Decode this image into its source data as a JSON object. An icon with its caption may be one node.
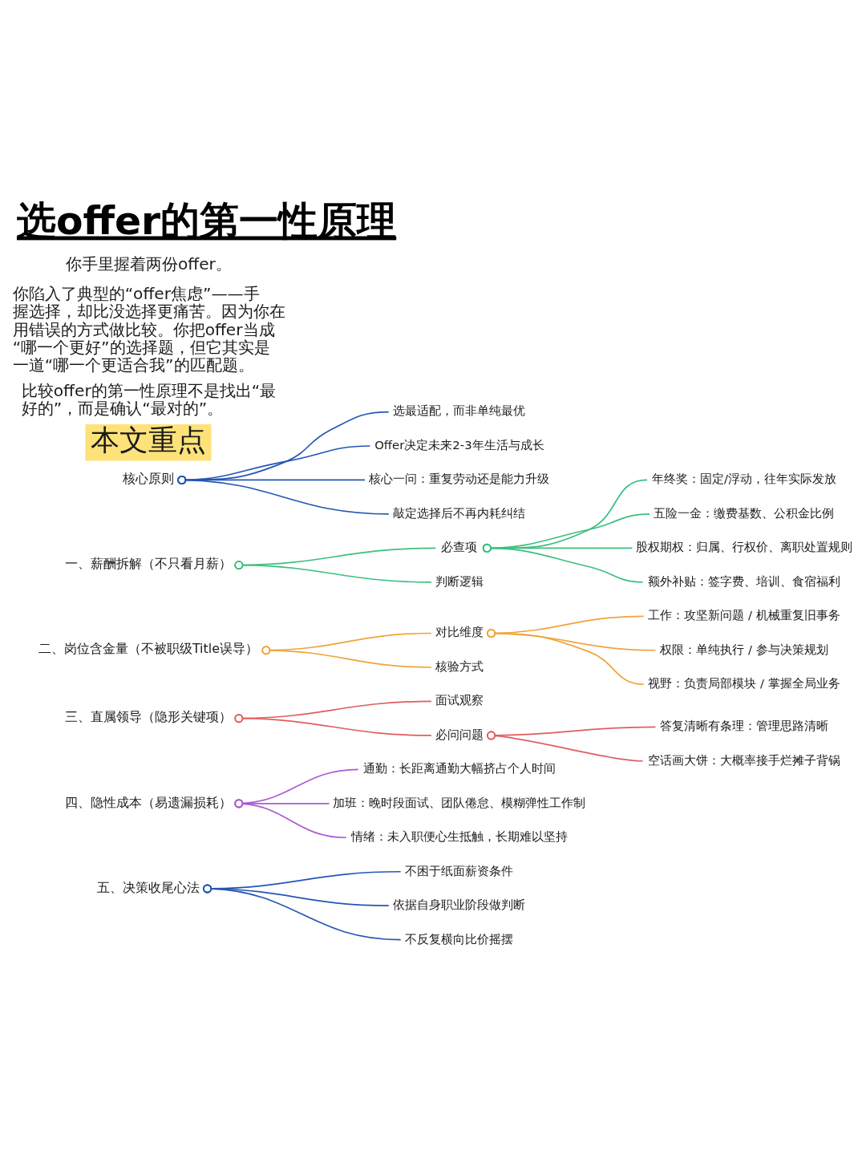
{
  "diagram": {
    "title": "选offer的第一性原理",
    "nodes": [
      {
        "text": [
          "核心原则"
        ]
      },
      {
        "text": [
          "选最适配，而非单纯最优"
        ]
      },
      {
        "text": [
          "Offer决定未来2-3年生活与成长"
        ]
      },
      {
        "text": [
          "核心一问：重复劳动还是能力升级"
        ]
      },
      {
        "text": [
          "敲定选择后不再内耗纠结"
        ]
      },
      {
        "text": [
          "一、薪酬拆解（不只看月薪）"
        ]
      },
      {
        "text": [
          "必查项"
        ]
      },
      {
        "text": [
          "年终奖：固定/浮动，往年实际发放"
        ]
      },
      {
        "text": [
          "五险一金：缴费基数、公积金比例"
        ]
      },
      {
        "text": [
          "股权期权：归属、行权价、离职处置规则"
        ]
      },
      {
        "text": [
          "额外补贴：签字费、培训、食宿福利"
        ]
      },
      {
        "text": [
          "判断逻辑"
        ]
      },
      {
        "text": [
          "二、岗位含金量（不被职级Title误导）"
        ]
      },
      {
        "text": [
          "对比维度"
        ]
      },
      {
        "text": [
          "工作：攻坚新问题 / 机械重复旧事务"
        ]
      },
      {
        "text": [
          "权限：单纯执行 / 参与决策规划"
        ]
      },
      {
        "text": [
          "视野：负责局部模块 / 掌握全局业务"
        ]
      },
      {
        "text": [
          "核验方式"
        ]
      },
      {
        "text": [
          "三、直属领导（隐形关键项）"
        ]
      },
      {
        "text": [
          "面试观察"
        ]
      },
      {
        "text": [
          "必问问题"
        ]
      },
      {
        "text": [
          "答复清晰有条理：管理思路清晰"
        ]
      },
      {
        "text": [
          "空话画大饼：大概率接手烂摊子背锅"
        ]
      },
      {
        "text": [
          "四、隐性成本（易遗漏损耗）"
        ]
      },
      {
        "text": [
          "通勤：长距离通勤大幅挤占个人时间"
        ]
      },
      {
        "text": [
          "加班：晚时段面试、团队倦怠、模糊弹性工作制"
        ]
      },
      {
        "text": [
          "情绪：未入职便心生抵触，长期难以坚持"
        ]
      },
      {
        "text": [
          "五、决策收尾心法"
        ]
      },
      {
        "text": [
          "不困于纸面薪资条件"
        ]
      },
      {
        "text": [
          "依据自身职业阶段做判断"
        ]
      },
      {
        "text": [
          "不反复横向比价摇摆"
        ]
      }
    ],
    "edges": [
      {
        "from": 0,
        "to": 1,
        "arrow": "other",
        "color": "#2356b5"
      },
      {
        "from": 0,
        "to": 2,
        "arrow": "other",
        "color": "#2356b5"
      },
      {
        "from": 0,
        "to": 3,
        "arrow": "other",
        "color": "#2356b5"
      },
      {
        "from": 0,
        "to": 4,
        "arrow": "other",
        "color": "#2356b5"
      },
      {
        "from": 5,
        "to": 6,
        "arrow": "other",
        "color": "#3cbf7e"
      },
      {
        "from": 6,
        "to": 7,
        "arrow": "other",
        "color": "#3cbf7e"
      },
      {
        "from": 6,
        "to": 8,
        "arrow": "other",
        "color": "#3cbf7e"
      },
      {
        "from": 6,
        "to": 9,
        "arrow": "other",
        "color": "#3cbf7e"
      },
      {
        "from": 6,
        "to": 10,
        "arrow": "other",
        "color": "#3cbf7e"
      },
      {
        "from": 5,
        "to": 11,
        "arrow": "other",
        "color": "#3cbf7e"
      },
      {
        "from": 12,
        "to": 13,
        "arrow": "other",
        "color": "#f0a43a"
      },
      {
        "from": 13,
        "to": 14,
        "arrow": "other",
        "color": "#f0a43a"
      },
      {
        "from": 13,
        "to": 15,
        "arrow": "other",
        "color": "#f0a43a"
      },
      {
        "from": 13,
        "to": 16,
        "arrow": "other",
        "color": "#f0a43a"
      },
      {
        "from": 12,
        "to": 17,
        "arrow": "other",
        "color": "#f0a43a"
      },
      {
        "from": 18,
        "to": 19,
        "arrow": "other",
        "color": "#e05d5d"
      },
      {
        "from": 18,
        "to": 20,
        "arrow": "other",
        "color": "#e05d5d"
      },
      {
        "from": 20,
        "to": 21,
        "arrow": "other",
        "color": "#e05d5d"
      },
      {
        "from": 20,
        "to": 22,
        "arrow": "other",
        "color": "#e05d5d"
      },
      {
        "from": 23,
        "to": 24,
        "arrow": "other",
        "color": "#a95bd3"
      },
      {
        "from": 23,
        "to": 25,
        "arrow": "other",
        "color": "#a95bd3"
      },
      {
        "from": 23,
        "to": 26,
        "arrow": "other",
        "color": "#a95bd3"
      },
      {
        "from": 27,
        "to": 28,
        "arrow": "other",
        "color": "#2356b5"
      },
      {
        "from": 27,
        "to": 29,
        "arrow": "other",
        "color": "#2356b5"
      },
      {
        "from": 27,
        "to": 30,
        "arrow": "other",
        "color": "#2356b5"
      }
    ],
    "labels": [
      "你手里握着两份offer。",
      "你陷入了典型的“offer焦虑”——手握选择，却比没选择更痛苦。因为你在用错误的方式做比较。你把offer当成“哪一个更好”的选择题，但它其实是一道“哪一个更适合我”的匹配题。",
      "比较offer的第一性原理不是找出“最好的”，而是确认“最对的”。",
      "本文重点"
    ]
  }
}
